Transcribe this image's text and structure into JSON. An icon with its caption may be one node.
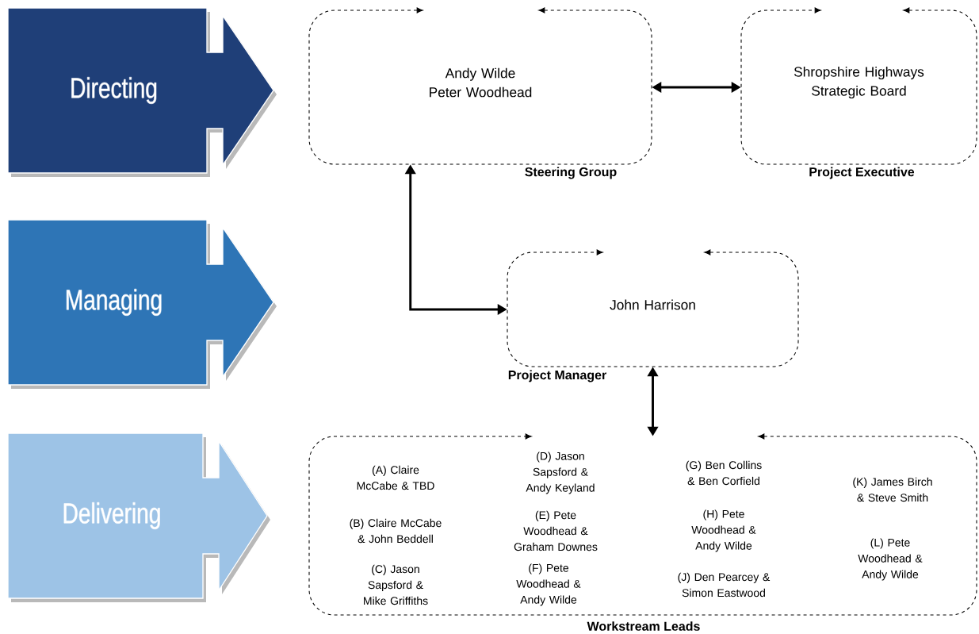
{
  "diagram": {
    "nodes": [
      {
        "text": [
          "Directing"
        ]
      },
      {
        "text": [
          "Managing"
        ]
      },
      {
        "text": [
          "Delivering"
        ]
      },
      {
        "text": [
          "Andy Wilde Peter Woodhead",
          "Steering Group"
        ]
      },
      {
        "text": [
          "Shropshire Highways Strategic Board",
          "Project Executive"
        ]
      },
      {
        "text": [
          "John Harrison",
          "Project Manager"
        ]
      },
      {
        "text": [
          "(A) Claire McCabe & TBD",
          "(B) Claire McCabe & John Beddell",
          "(C) Jason Sapsford & Mike Griffiths",
          "(D) Jason Sapsford & Andy Keyland",
          "(E) Pete Woodhead & Graham Downes",
          "(F) Pete Woodhead & Andy Wilde",
          "(G) Ben Collins & Ben Corfield",
          "(H) Pete Woodhead & Andy Wilde",
          "(J) Den Pearcey & Simon Eastwood",
          "(K) James Birch & Steve Smith",
          "(L) Pete Woodhead & Andy Wilde",
          "Workstream Leads"
        ]
      }
    ],
    "edges": [
      {
        "from": 3,
        "to": 4,
        "arrow": "both"
      },
      {
        "from": 3,
        "to": 5,
        "arrow": "both"
      },
      {
        "from": 5,
        "to": 6,
        "arrow": "both"
      }
    ]
  }
}
